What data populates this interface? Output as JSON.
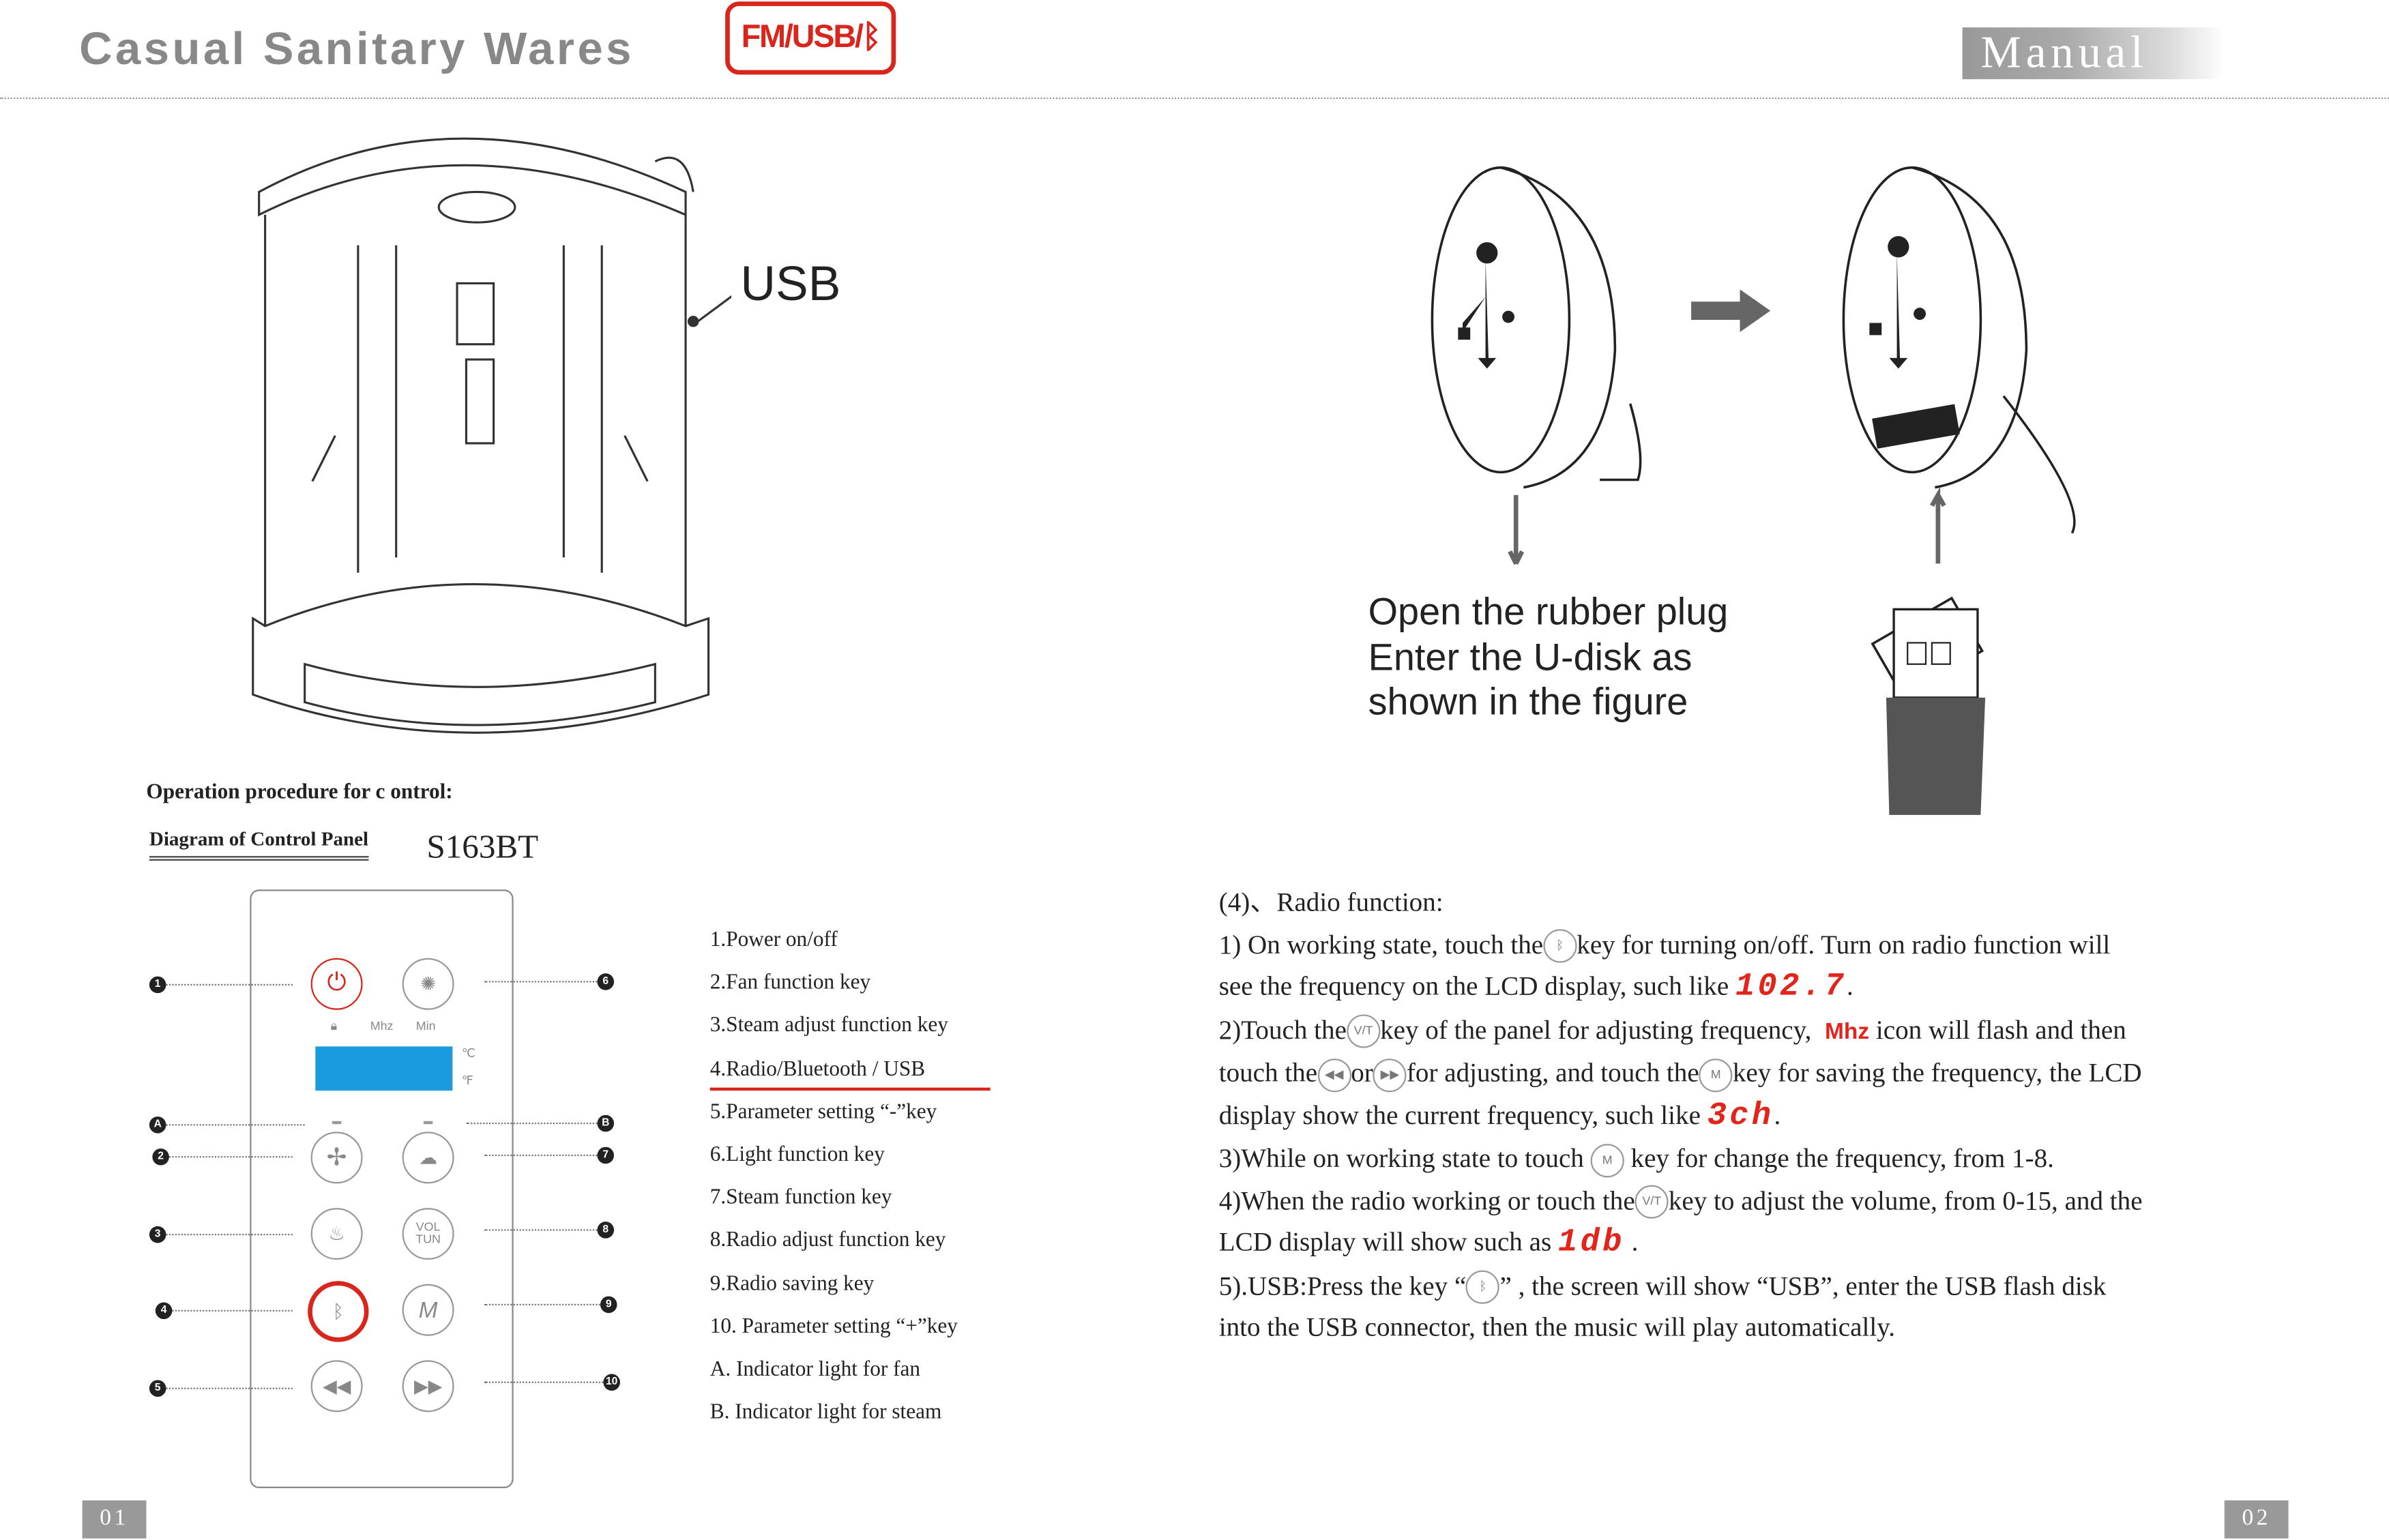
{
  "header": {
    "brand": "Casual Sanitary Wares",
    "badge": "FM/USB/ᛒ",
    "manual": "Manual"
  },
  "left": {
    "usb_label": "USB",
    "operation_title": "Operation procedure for c ontrol:",
    "diagram_title": "Diagram of Control Panel",
    "model": "S163BT",
    "panel": {
      "mhz": "Mhz",
      "min": "Min",
      "celsius": "℃",
      "fahrenheit": "℉",
      "vol": "VOL",
      "tun": "TUN"
    },
    "callouts": [
      "1",
      "6",
      "A",
      "B",
      "2",
      "7",
      "3",
      "8",
      "4",
      "9",
      "5",
      "10"
    ],
    "keys": [
      "1.Power on/off",
      "2.Fan function key",
      "3.Steam adjust function key",
      "4.Radio/Bluetooth / USB",
      "5.Parameter setting “-”key",
      "6.Light function key",
      "7.Steam function key",
      "8.Radio adjust function key",
      "9.Radio saving key",
      "10. Parameter setting “+”key",
      "A. Indicator light for fan",
      "B. Indicator light for steam"
    ]
  },
  "right": {
    "instruction": [
      "Open the rubber plug",
      "Enter the U-disk as",
      "shown in the figure"
    ],
    "radio": {
      "title": "(4)、Radio function:",
      "l1a": "1) On working state, touch the",
      "l1b": "key for turning on/off. Turn on radio function will",
      "l2a": " see the frequency on the LCD display, such like",
      "seg1": "102.7",
      "dot": ".",
      "l3a": "2)Touch the",
      "l3b": "key of the panel for adjusting frequency,",
      "mhz": "Mhz",
      "l3c": "icon will flash and then",
      "l4a": "touch the",
      "l4b": "or",
      "l4c": "for adjusting, and touch the",
      "l4d": "key for saving the frequency, the LCD",
      "l5a": "display show the current frequency, such like",
      "seg2": "3ch",
      "l6a": "3)While on working state to touch",
      "l6b": "key for change the frequency, from 1-8.",
      "l7a": "4)When the radio working or touch the",
      "l7b": "key to adjust the volume, from 0-15, and the",
      "l8a": "LCD display will show such as",
      "seg3": "1db",
      "l9a": "5).USB:Press the key “",
      "l9b": "”  , the screen will show “USB”, enter the USB flash disk",
      "l10": " into the USB connector, then the music will play automatically."
    }
  },
  "footer": {
    "page_left": "01",
    "page_right": "02"
  }
}
